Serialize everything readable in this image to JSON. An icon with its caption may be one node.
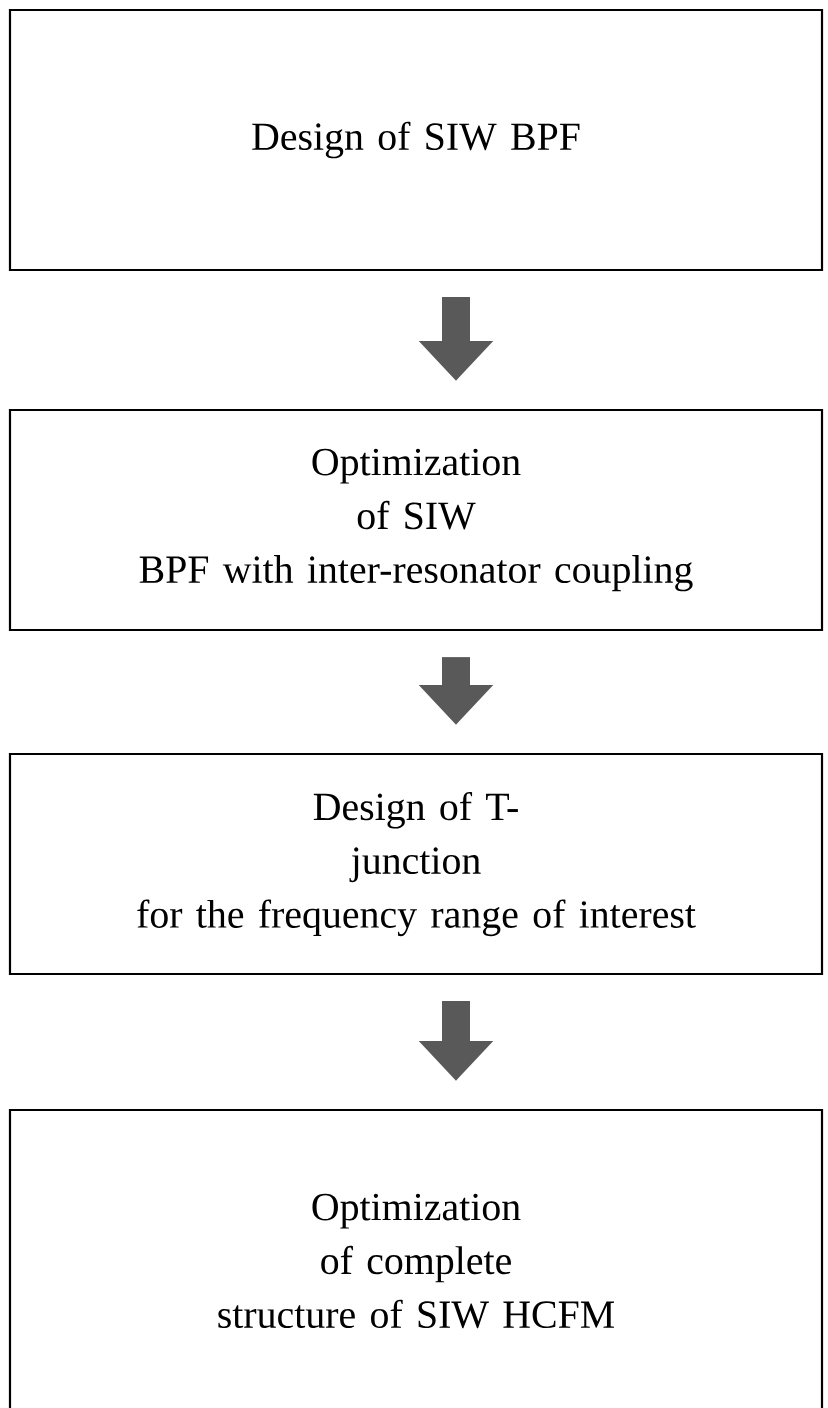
{
  "diagram": {
    "nodes": [
      {
        "text": [
          "Design of SIW BPF"
        ]
      },
      {
        "text": [
          "Optimization of SIW BPF with inter-resonator coupling"
        ]
      },
      {
        "text": [
          "Design of T-junction for the frequency range of interest"
        ]
      },
      {
        "text": [
          "Optimization of complete structure of SIW HCFM"
        ]
      }
    ],
    "edges": [
      {
        "from": 0,
        "to": 1,
        "arrow": "to"
      },
      {
        "from": 1,
        "to": 2,
        "arrow": "to"
      },
      {
        "from": 2,
        "to": 3,
        "arrow": "to"
      }
    ]
  }
}
